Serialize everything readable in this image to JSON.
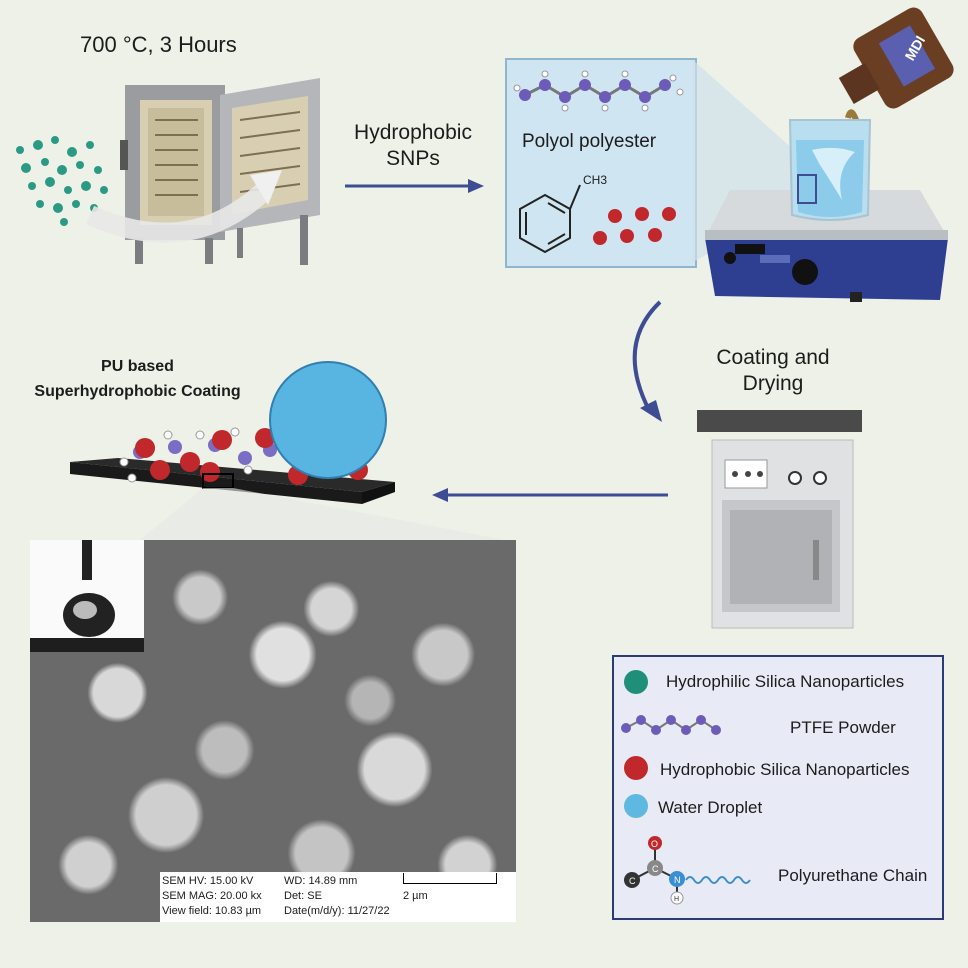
{
  "furnace": {
    "label": "700 °C, 3 Hours"
  },
  "arrow_top": {
    "line1": "Hydrophobic",
    "line2": "SNPs"
  },
  "mixing": {
    "label": "Polyol polyester",
    "ch3": "CH3",
    "bottle_label": "MDI"
  },
  "drying": {
    "line1": "Coating and",
    "line2": "Drying"
  },
  "coating": {
    "line1": "PU based",
    "line2": "Superhydrophobic Coating"
  },
  "sem": {
    "hv": "SEM HV: 15.00 kV",
    "mag": "SEM MAG: 20.00 kx",
    "view_field": "View field: 10.83 µm",
    "wd": "WD: 14.89 mm",
    "det": "Det: SE",
    "date": "Date(m/d/y): 11/27/22",
    "scale": "2 µm"
  },
  "legend": {
    "items": [
      {
        "label": "Hydrophilic Silica Nanoparticles",
        "color": "#1f8f7a"
      },
      {
        "label": "PTFE Powder",
        "color": "#7a5cc0"
      },
      {
        "label": "Hydrophobic Silica Nanoparticles",
        "color": "#c0282c"
      },
      {
        "label": "Water Droplet",
        "color": "#5fb8e0"
      },
      {
        "label": "Polyurethane Chain",
        "color": "#3a8fd0"
      }
    ],
    "atom_o": "O",
    "atom_c1": "C",
    "atom_c2": "C",
    "atom_n": "N",
    "atom_h": "H"
  }
}
